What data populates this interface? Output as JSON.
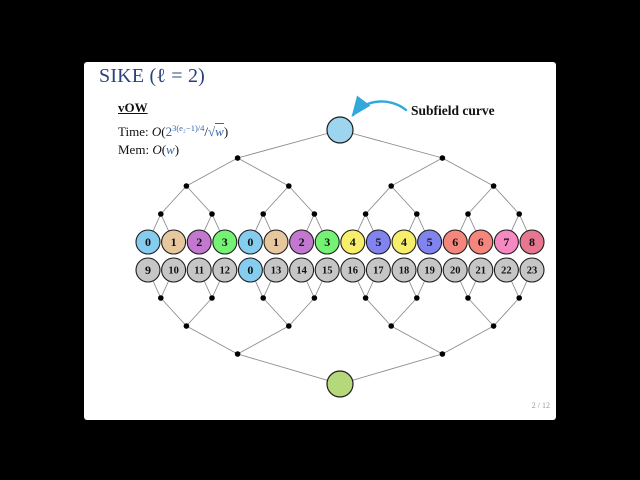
{
  "slide": {
    "title": "SIKE (ℓ = 2)",
    "vow": {
      "heading": "vOW",
      "time": {
        "label": "Time: ",
        "big_o": "O",
        "open": "(",
        "base": "2",
        "exponent": "3(e₂−1)/4",
        "slash": "/",
        "sqrt_sign": "√",
        "radicand": "w",
        "close": ")"
      },
      "mem": {
        "label": "Mem: ",
        "big_o": "O",
        "open": "(",
        "var": "w",
        "close": ")"
      }
    },
    "annotation_label": "Subfield curve",
    "page_number": "2 / 12"
  },
  "graph": {
    "top_node": {
      "name": "subfield-curve-node",
      "color": "#9DD5EF"
    },
    "bottom_node": {
      "name": "bottom-curve-node",
      "color": "#B5D87A"
    },
    "edge_color": "#8C8C8C",
    "dot_color": "#000000",
    "node_text_color": "#111111",
    "arrow_color": "#33A8DC",
    "row1": [
      {
        "label": "0",
        "color": "#85CCEF"
      },
      {
        "label": "1",
        "color": "#E7C79E"
      },
      {
        "label": "2",
        "color": "#C278CE"
      },
      {
        "label": "3",
        "color": "#74F274"
      },
      {
        "label": "0",
        "color": "#85CCEF"
      },
      {
        "label": "1",
        "color": "#E7C79E"
      },
      {
        "label": "2",
        "color": "#C278CE"
      },
      {
        "label": "3",
        "color": "#74F274"
      },
      {
        "label": "4",
        "color": "#F7EE6B"
      },
      {
        "label": "5",
        "color": "#8184EF"
      },
      {
        "label": "4",
        "color": "#F7EE6B"
      },
      {
        "label": "5",
        "color": "#8184EF"
      },
      {
        "label": "6",
        "color": "#F4867D"
      },
      {
        "label": "6",
        "color": "#F4867D"
      },
      {
        "label": "7",
        "color": "#F689C2"
      },
      {
        "label": "8",
        "color": "#E67791"
      }
    ],
    "row2": [
      {
        "label": "9",
        "color": "#C6C6C6"
      },
      {
        "label": "10",
        "color": "#C6C6C6"
      },
      {
        "label": "11",
        "color": "#C6C6C6"
      },
      {
        "label": "12",
        "color": "#C6C6C6"
      },
      {
        "label": "0",
        "color": "#85CCEF"
      },
      {
        "label": "13",
        "color": "#C6C6C6"
      },
      {
        "label": "14",
        "color": "#C6C6C6"
      },
      {
        "label": "15",
        "color": "#C6C6C6"
      },
      {
        "label": "16",
        "color": "#C6C6C6"
      },
      {
        "label": "17",
        "color": "#C6C6C6"
      },
      {
        "label": "18",
        "color": "#C6C6C6"
      },
      {
        "label": "19",
        "color": "#C6C6C6"
      },
      {
        "label": "20",
        "color": "#C6C6C6"
      },
      {
        "label": "21",
        "color": "#C6C6C6"
      },
      {
        "label": "22",
        "color": "#C6C6C6"
      },
      {
        "label": "23",
        "color": "#C6C6C6"
      }
    ]
  }
}
